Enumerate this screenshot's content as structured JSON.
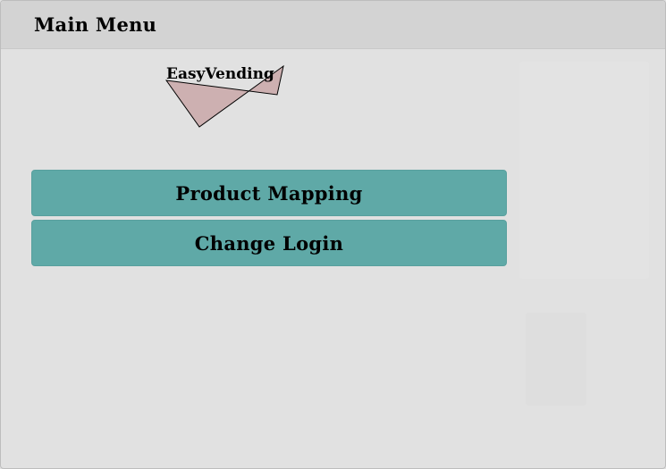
{
  "header": {
    "title": "Main Menu"
  },
  "logo": {
    "text": "EasyVending",
    "color": "#cdb0b1"
  },
  "menu": {
    "product_mapping_label": "Product Mapping",
    "change_login_label": "Change Login",
    "button_color": "#5fa9a7"
  }
}
